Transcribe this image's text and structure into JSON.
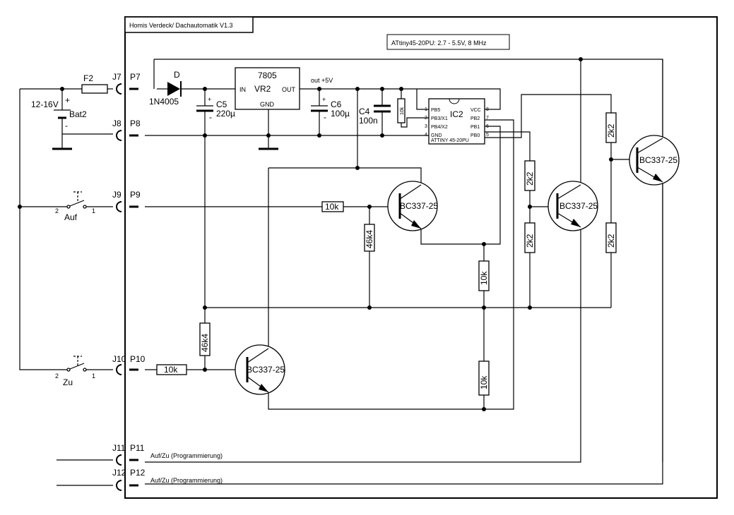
{
  "title_block": "Homis Verdeck/ Dachautomatik V1.3",
  "mcu_note": "ATtiny45-20PU: 2.7 - 5.5V, 8 MHz",
  "connectors": {
    "j7": "J7",
    "p7": "P7",
    "j8": "J8",
    "p8": "P8",
    "j9": "J9",
    "p9": "P9",
    "j10": "J10",
    "p10": "P10",
    "j11": "J11",
    "p11": "P11",
    "j12": "J12",
    "p12": "P12"
  },
  "fuse": "F2",
  "battery": {
    "name": "Bat2",
    "voltage": "12-16V",
    "plus": "+",
    "minus": "-"
  },
  "diode": {
    "name": "D",
    "part": "1N4005"
  },
  "regulator": {
    "part": "7805",
    "name": "VR2",
    "in": "IN",
    "out": "OUT",
    "gnd": "GND"
  },
  "out_label": "out +5V",
  "c5": {
    "name": "C5",
    "value": "220µ",
    "plus": "+",
    "minus": "-"
  },
  "c6": {
    "name": "C6",
    "value": "100µ",
    "plus": "+",
    "minus": "-"
  },
  "c4": {
    "name": "C4",
    "value": "100n"
  },
  "r_small": "10k",
  "ic": {
    "name": "IC2",
    "part": "ATTINY 45-20PU",
    "pins_left": [
      "PB5",
      "PB3/X1",
      "PB4/X2",
      "GND"
    ],
    "pins_right": [
      "VCC",
      "PB2",
      "PB1",
      "PB0"
    ],
    "nums_left": [
      "1",
      "2",
      "3",
      "4"
    ],
    "nums_right": [
      "8",
      "7",
      "6",
      "5"
    ]
  },
  "switches": {
    "auf": {
      "label": "Auf",
      "pin2": "2",
      "pin1": "1"
    },
    "zu": {
      "label": "Zu",
      "pin2": "2",
      "pin1": "1"
    }
  },
  "resistors": {
    "r_auf": "10k",
    "r_46k4_a": "46k4",
    "r_10k_mid": "10k",
    "r_2k2_a": "2k2",
    "r_2k2_b": "2k2",
    "r_2k2_c": "2k2",
    "r_2k2_d": "2k2",
    "r_46k4_b": "46k4",
    "r_zu": "10k",
    "r_10k_low": "10k"
  },
  "transistors": {
    "q1": "BC337-25",
    "q2": "BC337-25",
    "q3": "BC337-25",
    "q4": "BC337-25"
  },
  "prog_labels": {
    "p11": "Auf/Zu (Programmierung)",
    "p12": "Auf/Zu (Programmierung)"
  }
}
